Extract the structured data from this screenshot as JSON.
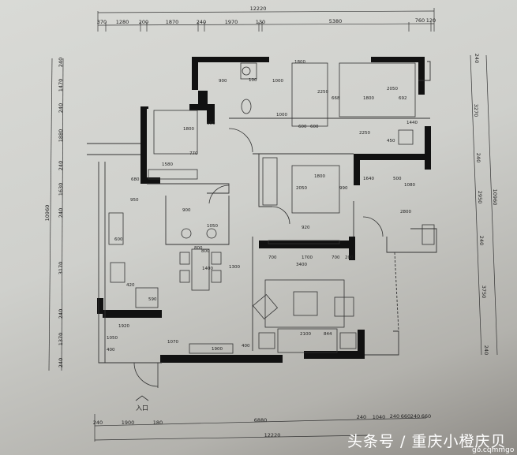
{
  "plan": {
    "top_dims": {
      "total": "12220",
      "segments": [
        "370",
        "1280",
        "200",
        "1870",
        "240",
        "1970",
        "130",
        "5380",
        "760",
        "120"
      ]
    },
    "bottom_dims": {
      "total": "12220",
      "segments": [
        "240",
        "1900",
        "180",
        "6880",
        "240",
        "1040",
        "240",
        "660",
        "240",
        "660"
      ]
    },
    "left_dims": {
      "total": "10960",
      "segments": [
        "240",
        "1470",
        "240",
        "1880",
        "240",
        "1630",
        "240",
        "3170",
        "240",
        "1370",
        "240"
      ]
    },
    "right_dims": {
      "total": "10960",
      "segments": [
        "240",
        "3270",
        "240",
        "2950",
        "240",
        "3750",
        "240"
      ]
    },
    "interior_dims": [
      "900",
      "100",
      "1000",
      "1800",
      "1000",
      "600",
      "600",
      "2250",
      "668",
      "1800",
      "2050",
      "692",
      "1440",
      "2250",
      "450",
      "650",
      "1800",
      "770",
      "1580",
      "680",
      "950",
      "900",
      "1050",
      "600",
      "800",
      "1400",
      "1300",
      "420",
      "590",
      "1920",
      "1050",
      "400",
      "1070",
      "1900",
      "400",
      "2100",
      "844",
      "700",
      "1700",
      "700",
      "200",
      "3400",
      "800",
      "1800",
      "2050",
      "990",
      "920",
      "1640",
      "500",
      "1080",
      "2800"
    ],
    "entrance_label": "入口"
  },
  "watermark": {
    "text": "头条号 / 重庆小橙庆贝",
    "url": "go.cqmmgo"
  }
}
